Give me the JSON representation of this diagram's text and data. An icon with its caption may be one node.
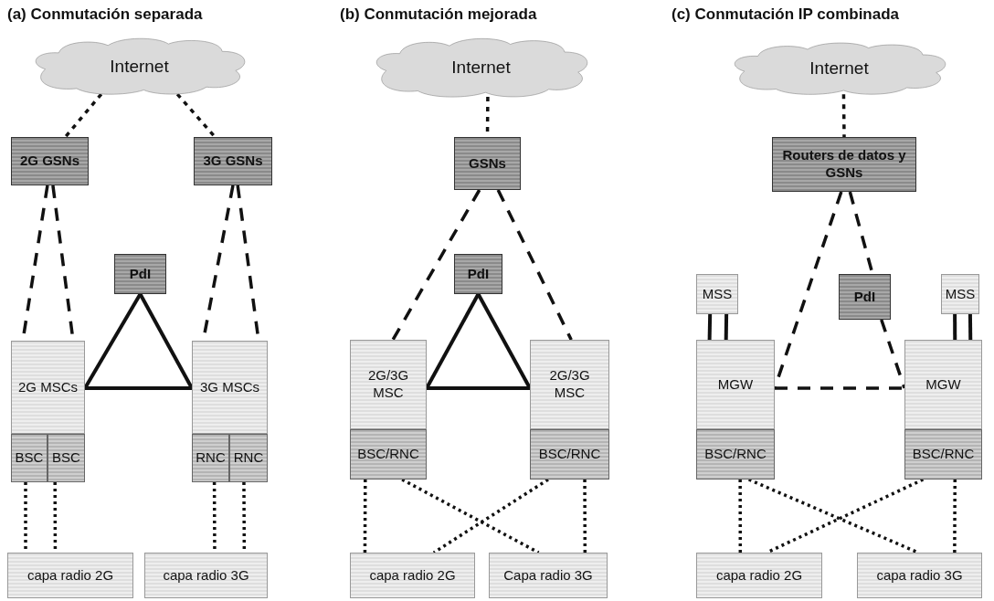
{
  "diagram": {
    "nodes": [
      {
        "text": [
          "Internet"
        ]
      },
      {
        "text": [
          "2G GSNs"
        ]
      },
      {
        "text": [
          "3G GSNs"
        ]
      },
      {
        "text": [
          "PdI"
        ]
      },
      {
        "text": [
          "2G MSCs"
        ]
      },
      {
        "text": [
          "BSC"
        ]
      },
      {
        "text": [
          "BSC"
        ]
      },
      {
        "text": [
          "3G MSCs"
        ]
      },
      {
        "text": [
          "RNC"
        ]
      },
      {
        "text": [
          "RNC"
        ]
      },
      {
        "text": [
          "capa radio 2G"
        ]
      },
      {
        "text": [
          "capa radio 3G"
        ]
      },
      {
        "text": [
          "Internet"
        ]
      },
      {
        "text": [
          "GSNs"
        ]
      },
      {
        "text": [
          "PdI"
        ]
      },
      {
        "text": [
          "2G/3G MSC"
        ]
      },
      {
        "text": [
          "BSC/RNC"
        ]
      },
      {
        "text": [
          "2G/3G MSC"
        ]
      },
      {
        "text": [
          "BSC/RNC"
        ]
      },
      {
        "text": [
          "capa radio 2G"
        ]
      },
      {
        "text": [
          "Capa radio 3G"
        ]
      },
      {
        "text": [
          "Internet"
        ]
      },
      {
        "text": [
          "Routers de datos y GSNs"
        ]
      },
      {
        "text": [
          "MSS"
        ]
      },
      {
        "text": [
          "PdI"
        ]
      },
      {
        "text": [
          "MSS"
        ]
      },
      {
        "text": [
          "MGW"
        ]
      },
      {
        "text": [
          "BSC/RNC"
        ]
      },
      {
        "text": [
          "MGW"
        ]
      },
      {
        "text": [
          "BSC/RNC"
        ]
      },
      {
        "text": [
          "capa radio 2G"
        ]
      },
      {
        "text": [
          "capa radio 3G"
        ]
      }
    ],
    "edges": [
      {
        "from": 0,
        "to": 1,
        "arrow": "none",
        "style": "dashed"
      },
      {
        "from": 0,
        "to": 2,
        "arrow": "none",
        "style": "dashed"
      },
      {
        "from": 1,
        "to": 4,
        "arrow": "none",
        "style": "dashed"
      },
      {
        "from": 1,
        "to": 4,
        "arrow": "none",
        "style": "dashed"
      },
      {
        "from": 2,
        "to": 7,
        "arrow": "none",
        "style": "dashed"
      },
      {
        "from": 2,
        "to": 7,
        "arrow": "none",
        "style": "dashed"
      },
      {
        "from": 3,
        "to": 4,
        "arrow": "none"
      },
      {
        "from": 3,
        "to": 7,
        "arrow": "none"
      },
      {
        "from": 4,
        "to": 7,
        "arrow": "none"
      },
      {
        "from": 5,
        "to": 10,
        "arrow": "none",
        "style": "dashed"
      },
      {
        "from": 6,
        "to": 10,
        "arrow": "none",
        "style": "dashed"
      },
      {
        "from": 8,
        "to": 11,
        "arrow": "none",
        "style": "dashed"
      },
      {
        "from": 9,
        "to": 11,
        "arrow": "none",
        "style": "dashed"
      },
      {
        "from": 12,
        "to": 13,
        "arrow": "none",
        "style": "dashed"
      },
      {
        "from": 13,
        "to": 15,
        "arrow": "none",
        "style": "dashed"
      },
      {
        "from": 13,
        "to": 17,
        "arrow": "none",
        "style": "dashed"
      },
      {
        "from": 14,
        "to": 15,
        "arrow": "none"
      },
      {
        "from": 14,
        "to": 17,
        "arrow": "none"
      },
      {
        "from": 15,
        "to": 17,
        "arrow": "none"
      },
      {
        "from": 16,
        "to": 19,
        "arrow": "none",
        "style": "dashed"
      },
      {
        "from": 16,
        "to": 20,
        "arrow": "none",
        "style": "dashed"
      },
      {
        "from": 18,
        "to": 19,
        "arrow": "none",
        "style": "dashed"
      },
      {
        "from": 18,
        "to": 20,
        "arrow": "none",
        "style": "dashed"
      },
      {
        "from": 21,
        "to": 22,
        "arrow": "none",
        "style": "dashed"
      },
      {
        "from": 22,
        "to": 26,
        "arrow": "none",
        "style": "dashed"
      },
      {
        "from": 22,
        "to": 24,
        "arrow": "none",
        "style": "dashed"
      },
      {
        "from": 24,
        "to": 28,
        "arrow": "none",
        "style": "dashed"
      },
      {
        "from": 26,
        "to": 28,
        "arrow": "none",
        "style": "dashed"
      },
      {
        "from": 23,
        "to": 26,
        "arrow": "none"
      },
      {
        "from": 23,
        "to": 26,
        "arrow": "none"
      },
      {
        "from": 25,
        "to": 28,
        "arrow": "none"
      },
      {
        "from": 25,
        "to": 28,
        "arrow": "none"
      },
      {
        "from": 27,
        "to": 30,
        "arrow": "none",
        "style": "dashed"
      },
      {
        "from": 27,
        "to": 31,
        "arrow": "none",
        "style": "dashed"
      },
      {
        "from": 29,
        "to": 30,
        "arrow": "none",
        "style": "dashed"
      },
      {
        "from": 29,
        "to": 31,
        "arrow": "none",
        "style": "dashed"
      }
    ],
    "labels": [
      "(a) Conmutación separada",
      "(b) Conmutación mejorada",
      "(c) Conmutación IP combinada"
    ]
  }
}
